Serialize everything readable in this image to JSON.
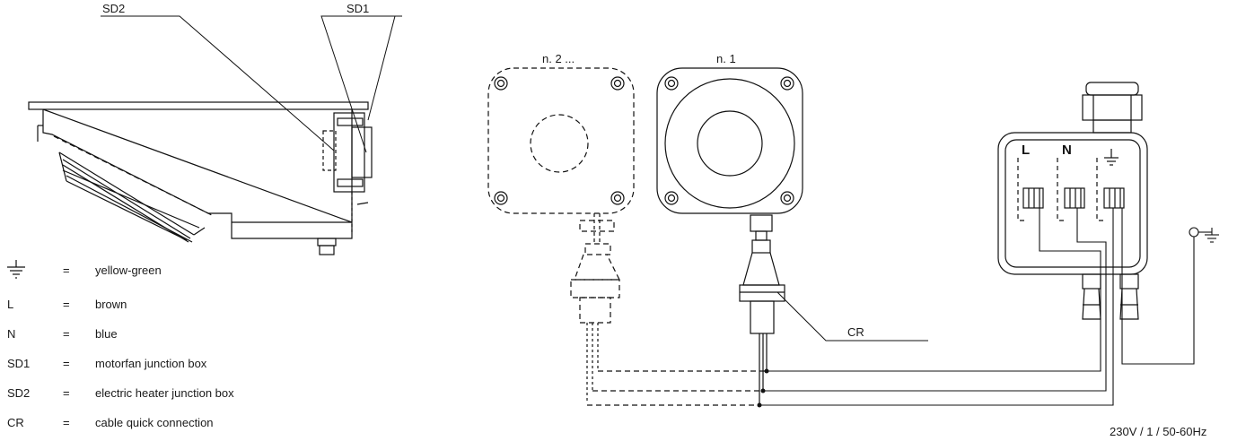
{
  "labels": {
    "sd2": "SD2",
    "sd1": "SD1",
    "unit_n2": "n. 2 ...",
    "unit_n1": "n. 1",
    "cr": "CR",
    "term_l": "L",
    "term_n": "N",
    "supply": "230V / 1 / 50-60Hz"
  },
  "legend": [
    {
      "key": "",
      "icon": "earth-icon",
      "eq": "=",
      "value": "yellow-green"
    },
    {
      "key": "L",
      "eq": "=",
      "value": "brown"
    },
    {
      "key": "N",
      "eq": "=",
      "value": "blue"
    },
    {
      "key": "SD1",
      "eq": "=",
      "value": "motorfan junction box"
    },
    {
      "key": "SD2",
      "eq": "=",
      "value": "electric heater junction box"
    },
    {
      "key": "CR",
      "eq": "=",
      "value": "cable quick connection"
    }
  ]
}
